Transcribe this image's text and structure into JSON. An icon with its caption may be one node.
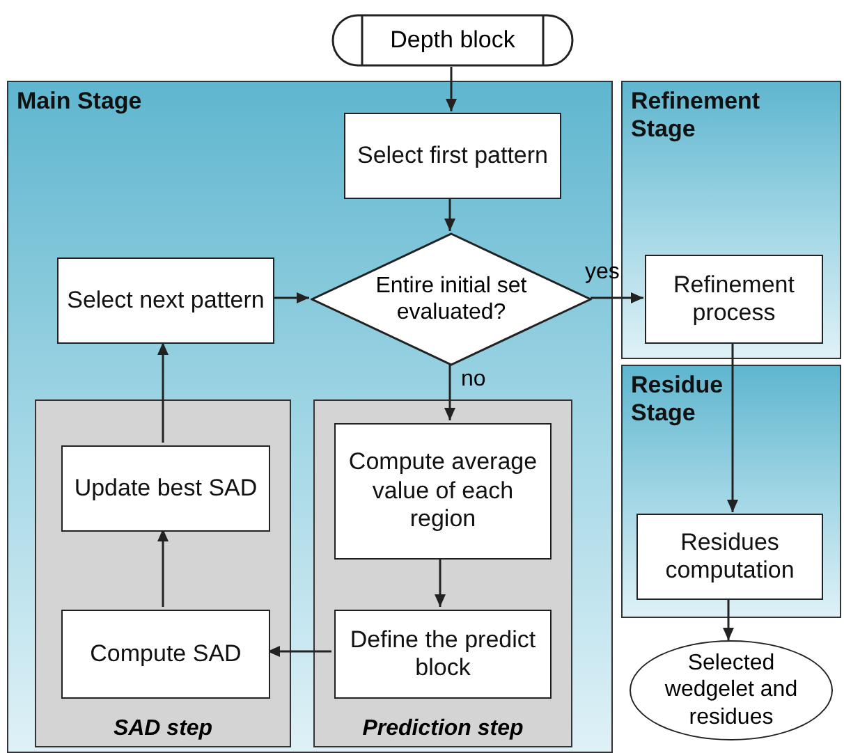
{
  "diagram": {
    "nodes": [
      {
        "text": [
          "Depth block"
        ]
      },
      {
        "text": [
          "Main Stage"
        ]
      },
      {
        "text": [
          "Select first pattern"
        ],
        "in": 1
      },
      {
        "text": [
          "Entire initial set evaluated?"
        ],
        "in": 1
      },
      {
        "text": [
          "Select next pattern"
        ],
        "in": 1
      },
      {
        "text": [
          "SAD step"
        ],
        "in": 1
      },
      {
        "text": [
          "Update best SAD"
        ],
        "in": 5
      },
      {
        "text": [
          "Compute SAD"
        ],
        "in": 5
      },
      {
        "text": [
          "Prediction step"
        ],
        "in": 1
      },
      {
        "text": [
          "Compute average value of each region"
        ],
        "in": 8
      },
      {
        "text": [
          "Define the predict block"
        ],
        "in": 8
      },
      {
        "text": [
          "Refinement Stage"
        ]
      },
      {
        "text": [
          "Refinement process"
        ],
        "in": 11
      },
      {
        "text": [
          "Residue Stage"
        ]
      },
      {
        "text": [
          "Residues computation"
        ],
        "in": 13
      },
      {
        "text": [
          "Selected wedgelet and residues"
        ]
      }
    ],
    "edges": [
      {
        "from": 0,
        "to": 2,
        "arrow": "to"
      },
      {
        "from": 2,
        "to": 3,
        "arrow": "to"
      },
      {
        "from": 3,
        "to": 12,
        "arrow": "to",
        "label": "yes"
      },
      {
        "from": 3,
        "to": 9,
        "arrow": "to",
        "label": "no"
      },
      {
        "from": 9,
        "to": 10,
        "arrow": "to"
      },
      {
        "from": 10,
        "to": 7,
        "arrow": "to"
      },
      {
        "from": 7,
        "to": 6,
        "arrow": "to"
      },
      {
        "from": 6,
        "to": 4,
        "arrow": "to"
      },
      {
        "from": 4,
        "to": 3,
        "arrow": "to"
      },
      {
        "from": 12,
        "to": 14,
        "arrow": "to"
      },
      {
        "from": 14,
        "to": 15,
        "arrow": "to"
      }
    ]
  }
}
